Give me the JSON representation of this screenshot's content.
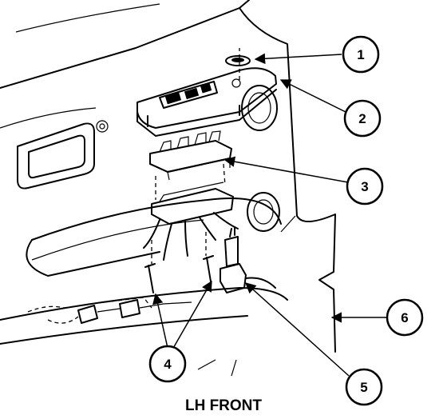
{
  "caption": "LH FRONT",
  "callouts": {
    "c1": "1",
    "c2": "2",
    "c3": "3",
    "c4": "4",
    "c5": "5",
    "c6": "6"
  }
}
